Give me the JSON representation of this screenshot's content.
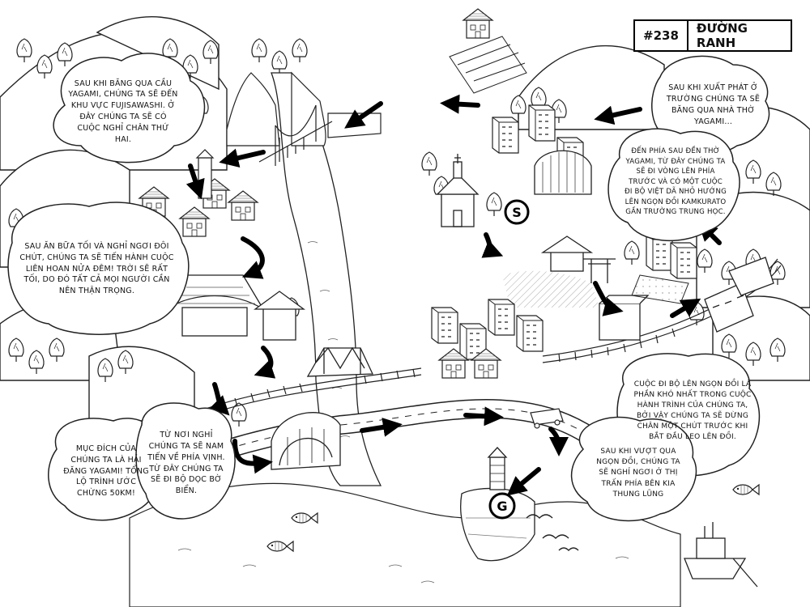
{
  "chapter": {
    "number": "#238",
    "title": "ĐƯỜNG RANH"
  },
  "bubbles": {
    "fujisawashi": "SAU KHI BĂNG QUA CẦU YAGAMI, CHÚNG TA SẼ ĐẾN KHU VỰC FUJISAWASHI. Ở ĐÂY CHÚNG TA SẼ CÓ CUỘC NGHỈ CHÂN THỨ HAI.",
    "night_hike": "SAU ĂN BỮA TỐI VÀ NGHỈ NGƠI ĐÔI CHÚT, CHÚNG TA SẼ TIẾN HÀNH CUỘC LIÊN HOAN NỬA ĐÊM! TRỜI SẼ RẤT TỐI, DO ĐÓ TẤT CẢ MỌI NGƯỜI CẦN NÊN THẬN TRỌNG.",
    "goal": "MỤC ĐÍCH CỦA CHÚNG TA LÀ HẢI ĐĂNG YAGAMI! TỔNG LỘ TRÌNH ƯỚC CHỪNG 50KM!",
    "south": "TỪ NƠI NGHỈ CHÚNG TA SẼ NAM TIẾN VỀ PHÍA VỊNH. TỪ ĐÂY CHÚNG TA SẼ ĐI BỘ DỌC BỜ BIỂN.",
    "start": "SAU KHI XUẤT PHÁT Ở TRƯỜNG CHÚNG TA SẼ BĂNG QUA NHÀ THỜ YAGAMI...",
    "kamkurato": "ĐẾN PHÍA SAU ĐỀN THỜ YAGAMI, TỪ ĐÂY CHÚNG TA SẼ ĐI VÒNG LÊN PHÍA TRƯỚC VÀ CÓ MỘT CUỘC ĐI BỘ VIỆT DÃ NHỎ HƯỚNG LÊN NGỌN ĐỒI KAMKURATO GẦN TRƯỜNG TRUNG HỌC.",
    "hill": "CUỘC ĐI BỘ LÊN NGỌN ĐỒI LÀ PHẦN KHÓ NHẤT TRONG CUỘC HÀNH TRÌNH CỦA CHÚNG TA, BỞI VẬY CHÚNG TA SẼ DỪNG CHÂN MỘT CHÚT TRƯỚC KHI BẮT ĐẦU LEO LÊN ĐỒI.",
    "valley": "SAU KHI VƯỢT QUA NGỌN ĐỒI, CHÚNG TA SẼ NGHỈ NGƠI Ở THỊ TRẤN PHÍA BÊN KIA THUNG LŨNG"
  },
  "markers": {
    "start": "S",
    "goal": "G"
  }
}
